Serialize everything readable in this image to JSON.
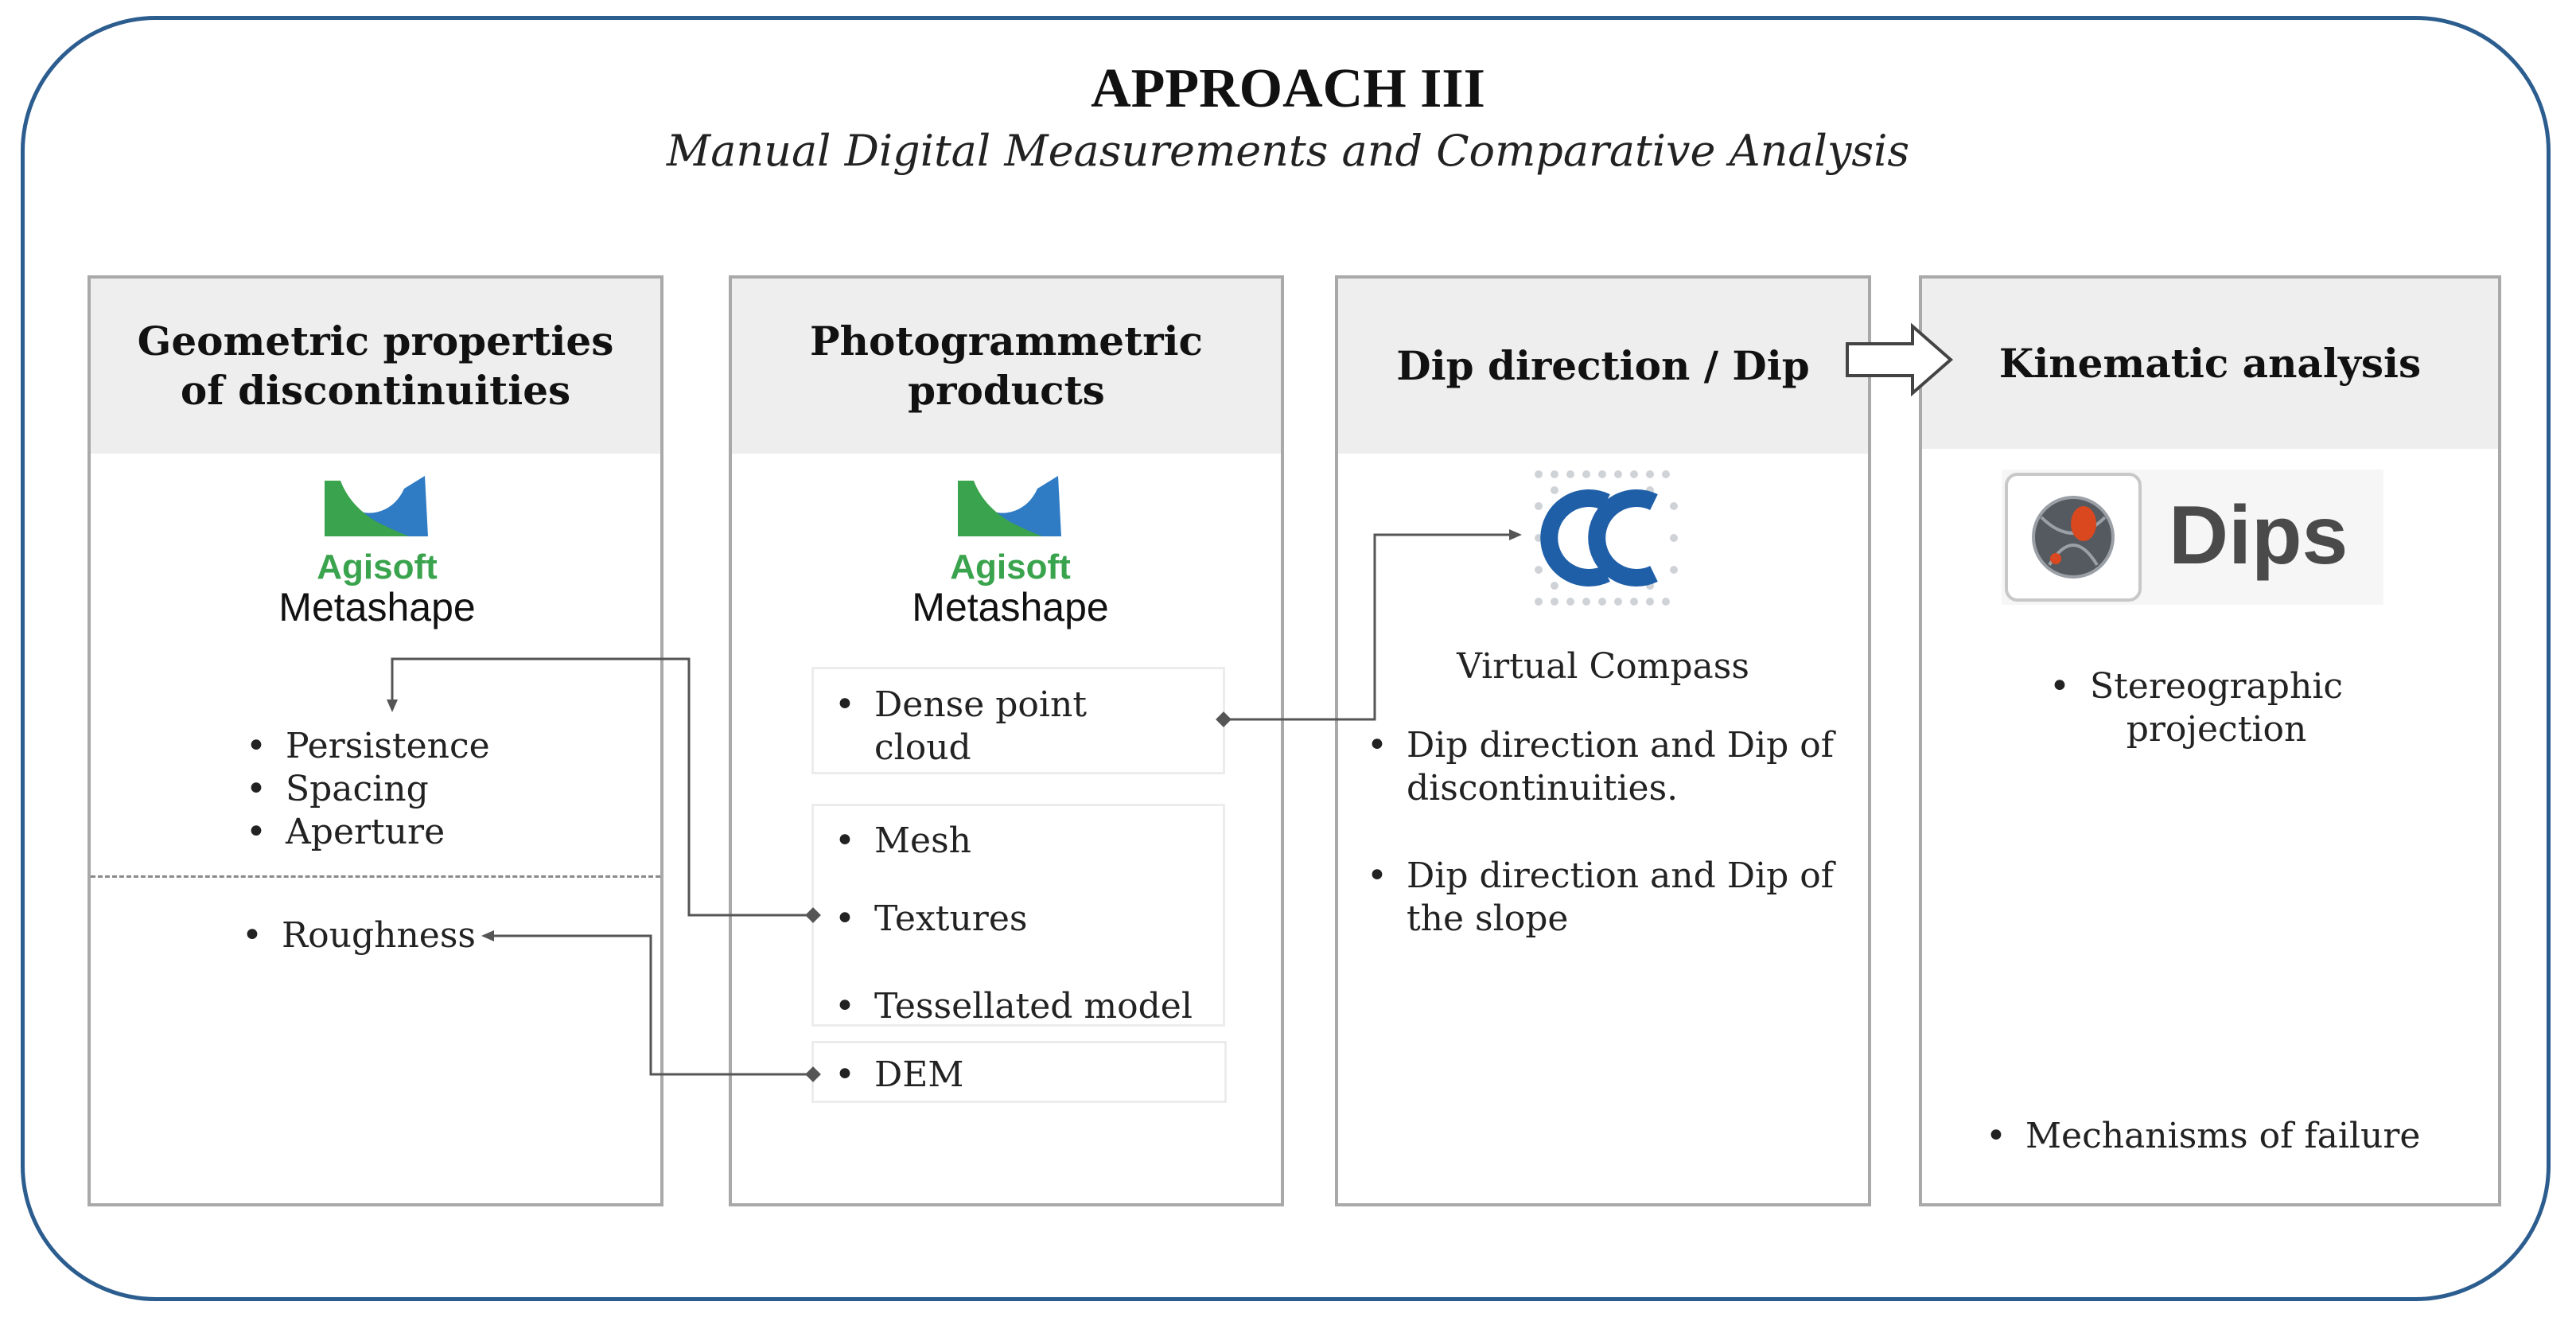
{
  "header": {
    "title": "APPROACH III",
    "subtitle": "Manual Digital Measurements and Comparative Analysis"
  },
  "panels": {
    "geometric": {
      "title": "Geometric properties of discontinuities",
      "logo": {
        "brand": "Agisoft",
        "product": "Metashape",
        "icon": "agisoft-metashape-logo"
      },
      "bullets": [
        "Persistence",
        "Spacing",
        "Aperture"
      ],
      "bullets_after_divider": [
        "Roughness"
      ]
    },
    "photogrammetric": {
      "title": "Photogrammetric products",
      "logo": {
        "brand": "Agisoft",
        "product": "Metashape",
        "icon": "agisoft-metashape-logo"
      },
      "box1": [
        "Dense point cloud"
      ],
      "box2": [
        "Mesh",
        "Textures",
        "Tessellated model"
      ],
      "box3": [
        "DEM"
      ]
    },
    "dip": {
      "title": "Dip direction / Dip",
      "logo": {
        "icon": "cloudcompare-logo"
      },
      "caption": "Virtual Compass",
      "bullets": [
        "Dip direction  and Dip of discontinuities.",
        "Dip direction and Dip of the slope"
      ]
    },
    "kinematic": {
      "title": "Kinematic analysis",
      "logo": {
        "product": "Dips",
        "icon": "dips-logo"
      },
      "bullets": [
        "Stereographic projection",
        "Mechanisms of failure"
      ]
    }
  },
  "colors": {
    "frame": "#2c5d8f",
    "panel_border": "#a9a9a9",
    "panel_header": "#eeeeee",
    "connector": "#555555",
    "agisoft_green": "#3aa34d",
    "agisoft_blue": "#2f7bc4",
    "cloudcompare_blue": "#1f5fa8"
  }
}
